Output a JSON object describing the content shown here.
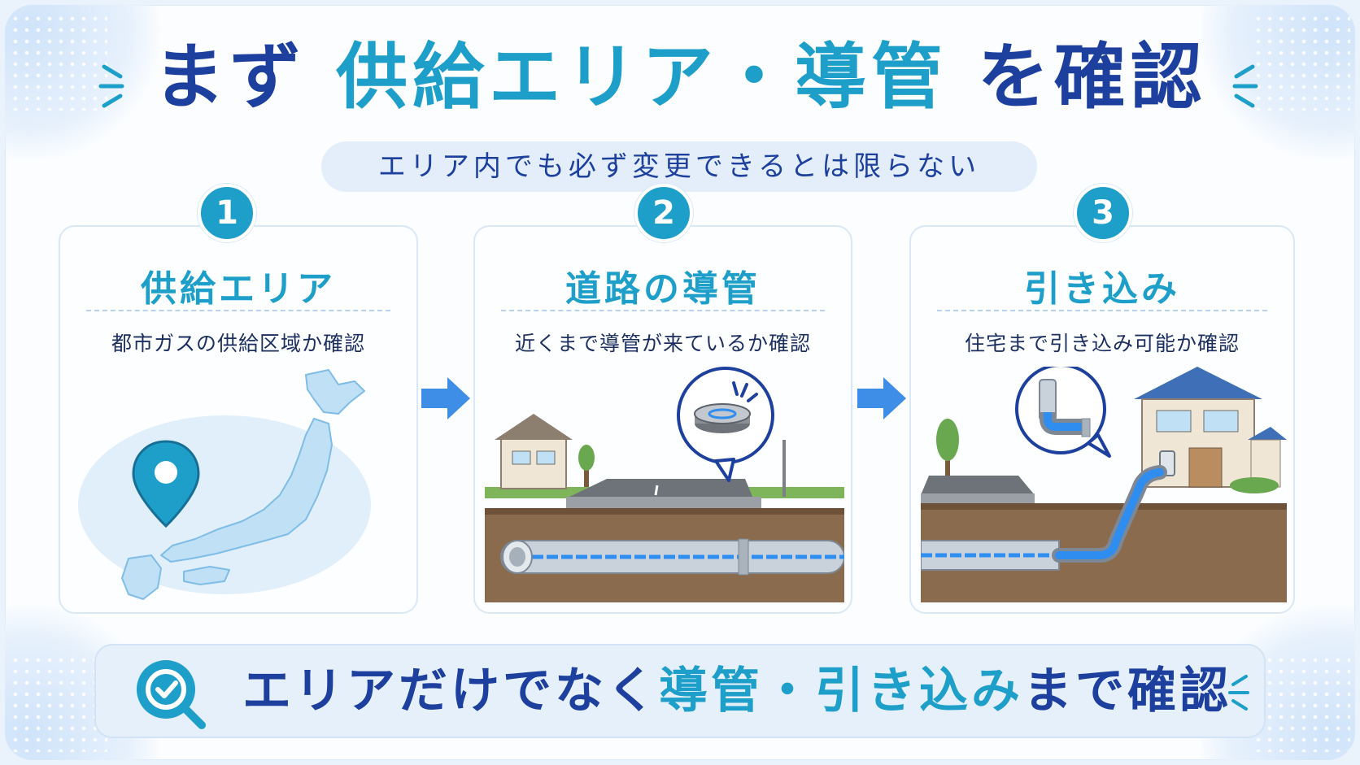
{
  "header": {
    "title_prefix": "まず",
    "title_highlight": "供給エリア・導管",
    "title_suffix": "を確認",
    "subtitle": "エリア内でも必ず変更できるとは限らない"
  },
  "steps": [
    {
      "number": "1",
      "title": "供給エリア",
      "description": "都市ガスの供給区域か確認",
      "icon": "japan-map-pin-icon"
    },
    {
      "number": "2",
      "title": "道路の導管",
      "description": "近くまで導管が来ているか確認",
      "icon": "road-gas-main-icon"
    },
    {
      "number": "3",
      "title": "引き込み",
      "description": "住宅まで引き込み可能か確認",
      "icon": "house-service-line-icon"
    }
  ],
  "footer": {
    "prefix": "エリアだけでなく",
    "highlight": "導管・引き込み",
    "suffix": "まで確認",
    "icon": "search-check-icon"
  },
  "colors": {
    "navy": "#1d3f9e",
    "teal": "#1e9fc9",
    "arrow_blue": "#3e8ee8",
    "pipe_blue": "#2f8df0"
  }
}
